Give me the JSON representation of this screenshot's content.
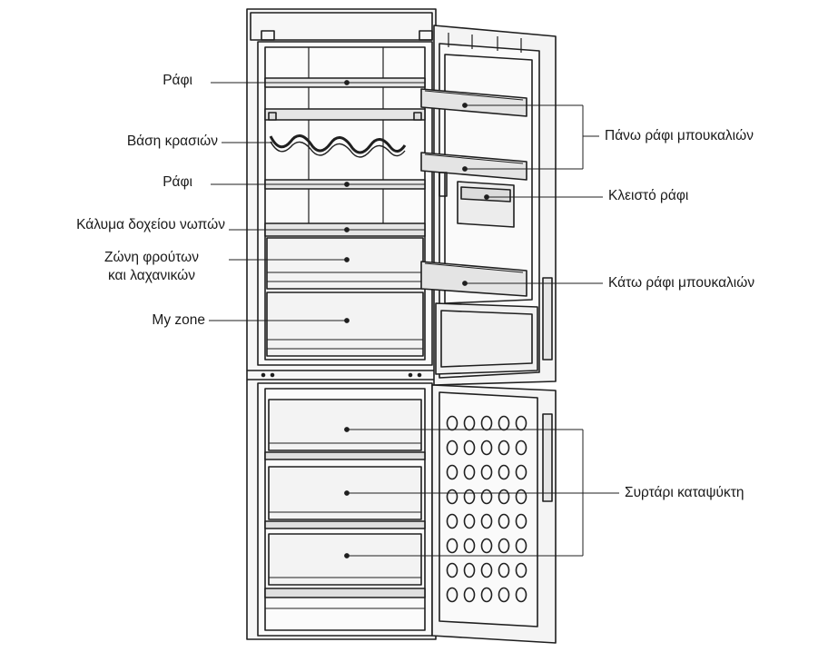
{
  "labels": {
    "shelf_top": "Ράφι",
    "wine_rack": "Βάση κρασιών",
    "shelf_middle": "Ράφι",
    "crisper_cover": "Κάλυμα δοχείου νωπών",
    "fruit_zone_line1": "Ζώνη φρούτων",
    "fruit_zone_line2": "και λαχανικών",
    "my_zone": "My zone",
    "upper_door_shelf": "Πάνω ράφι μπουκαλιών",
    "closed_shelf": "Κλειστό ράφι",
    "lower_door_shelf": "Κάτω ράφι μπουκαλιών",
    "freezer_drawer": "Συρτάρι καταψύκτη"
  },
  "colors": {
    "line": "#1f1f1f",
    "fill_light": "#f4f4f4",
    "fill_shade": "#dcdcdc",
    "text": "#1a1a1a"
  }
}
